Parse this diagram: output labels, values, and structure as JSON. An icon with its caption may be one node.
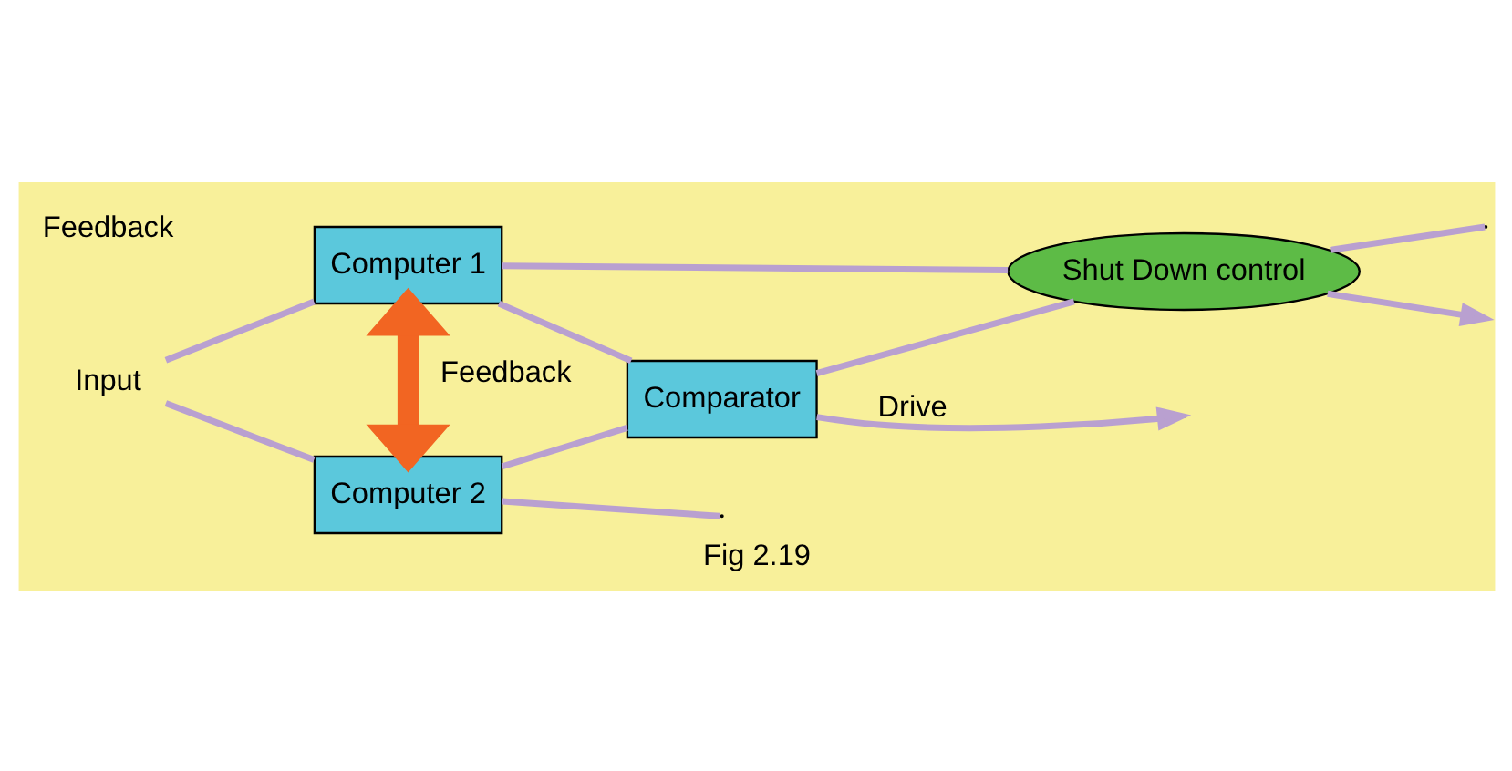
{
  "diagram": {
    "caption": "Fig 2.19",
    "nodes": [
      {
        "text": [
          "Computer 1"
        ]
      },
      {
        "text": [
          "Computer 2"
        ]
      },
      {
        "text": [
          "Comparator"
        ]
      },
      {
        "text": [
          "Shut Down control"
        ]
      },
      {
        "text": [
          "Input"
        ]
      }
    ],
    "edges": [
      {
        "from": 4,
        "to": 0,
        "arrow": "none"
      },
      {
        "from": 4,
        "to": 1,
        "arrow": "none"
      },
      {
        "from": 0,
        "to": 2,
        "arrow": "none"
      },
      {
        "from": 1,
        "to": 2,
        "arrow": "none"
      },
      {
        "from": 0,
        "to": 3,
        "arrow": "none"
      },
      {
        "from": 2,
        "to": 3,
        "arrow": "none"
      },
      {
        "from": 3,
        "to": null,
        "arrow": "none"
      },
      {
        "from": 1,
        "to": null,
        "arrow": "none"
      },
      {
        "from": 2,
        "to": null,
        "arrow": "to",
        "label": "Drive"
      },
      {
        "from": 3,
        "to": null,
        "arrow": "to"
      },
      {
        "from": 1,
        "to": 0,
        "arrow": "both",
        "label": "Feedback",
        "style": "thick",
        "color": "#f26522"
      }
    ],
    "labels": [
      "Feedback"
    ]
  }
}
